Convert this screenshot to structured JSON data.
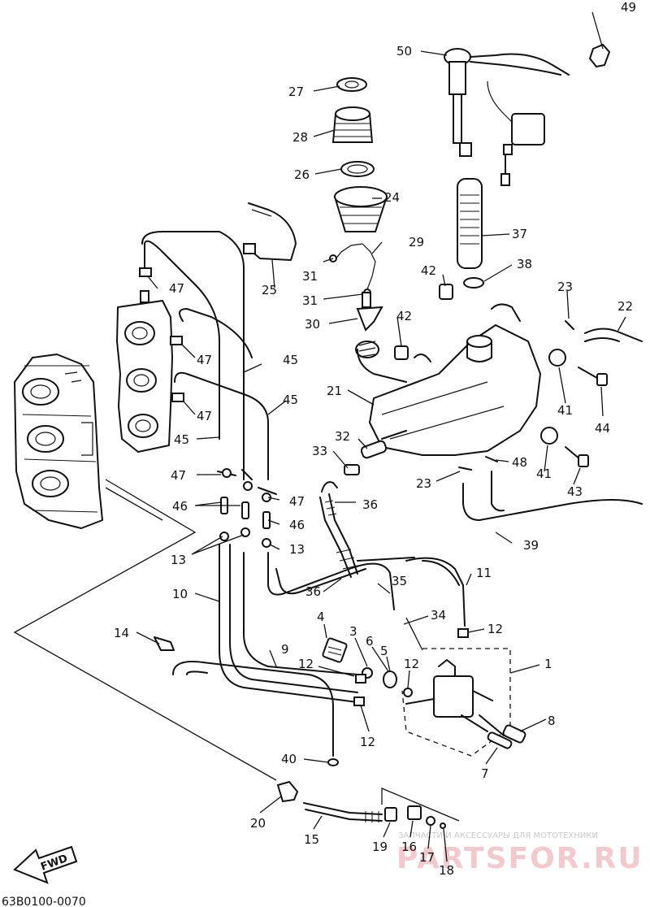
{
  "diagram": {
    "code": "63B0100-0070",
    "direction_badge": "FWD",
    "watermark": {
      "line1": "ЗАПЧАСТИ И АКСЕССУАРЫ ДЛЯ МОТОТЕХНИКИ",
      "line2": "PARTSFOR.RU"
    },
    "callouts": [
      {
        "id": "c1",
        "label": "1"
      },
      {
        "id": "c3",
        "label": "3"
      },
      {
        "id": "c4",
        "label": "4"
      },
      {
        "id": "c5",
        "label": "5"
      },
      {
        "id": "c6",
        "label": "6"
      },
      {
        "id": "c7",
        "label": "7"
      },
      {
        "id": "c8",
        "label": "8"
      },
      {
        "id": "c9",
        "label": "9"
      },
      {
        "id": "c10",
        "label": "10"
      },
      {
        "id": "c11",
        "label": "11"
      },
      {
        "id": "c12a",
        "label": "12"
      },
      {
        "id": "c12b",
        "label": "12"
      },
      {
        "id": "c12c",
        "label": "12"
      },
      {
        "id": "c12d",
        "label": "12"
      },
      {
        "id": "c13a",
        "label": "13"
      },
      {
        "id": "c13b",
        "label": "13"
      },
      {
        "id": "c14",
        "label": "14"
      },
      {
        "id": "c15",
        "label": "15"
      },
      {
        "id": "c16",
        "label": "16"
      },
      {
        "id": "c17",
        "label": "17"
      },
      {
        "id": "c18",
        "label": "18"
      },
      {
        "id": "c19",
        "label": "19"
      },
      {
        "id": "c20",
        "label": "20"
      },
      {
        "id": "c21",
        "label": "21"
      },
      {
        "id": "c22",
        "label": "22"
      },
      {
        "id": "c23a",
        "label": "23"
      },
      {
        "id": "c23b",
        "label": "23"
      },
      {
        "id": "c24",
        "label": "24"
      },
      {
        "id": "c25",
        "label": "25"
      },
      {
        "id": "c26",
        "label": "26"
      },
      {
        "id": "c27",
        "label": "27"
      },
      {
        "id": "c28",
        "label": "28"
      },
      {
        "id": "c29",
        "label": "29"
      },
      {
        "id": "c30",
        "label": "30"
      },
      {
        "id": "c31a",
        "label": "31"
      },
      {
        "id": "c31b",
        "label": "31"
      },
      {
        "id": "c32",
        "label": "32"
      },
      {
        "id": "c33",
        "label": "33"
      },
      {
        "id": "c34",
        "label": "34"
      },
      {
        "id": "c35",
        "label": "35"
      },
      {
        "id": "c36a",
        "label": "36"
      },
      {
        "id": "c36b",
        "label": "36"
      },
      {
        "id": "c37",
        "label": "37"
      },
      {
        "id": "c38",
        "label": "38"
      },
      {
        "id": "c39",
        "label": "39"
      },
      {
        "id": "c40",
        "label": "40"
      },
      {
        "id": "c41a",
        "label": "41"
      },
      {
        "id": "c41b",
        "label": "41"
      },
      {
        "id": "c42a",
        "label": "42"
      },
      {
        "id": "c42b",
        "label": "42"
      },
      {
        "id": "c43",
        "label": "43"
      },
      {
        "id": "c44",
        "label": "44"
      },
      {
        "id": "c45a",
        "label": "45"
      },
      {
        "id": "c45b",
        "label": "45"
      },
      {
        "id": "c45c",
        "label": "45"
      },
      {
        "id": "c46a",
        "label": "46"
      },
      {
        "id": "c46b",
        "label": "46"
      },
      {
        "id": "c47a",
        "label": "47"
      },
      {
        "id": "c47b",
        "label": "47"
      },
      {
        "id": "c47c",
        "label": "47"
      },
      {
        "id": "c47d",
        "label": "47"
      },
      {
        "id": "c47e",
        "label": "47"
      },
      {
        "id": "c48",
        "label": "48"
      },
      {
        "id": "c49",
        "label": "49"
      },
      {
        "id": "c50",
        "label": "50"
      }
    ]
  }
}
